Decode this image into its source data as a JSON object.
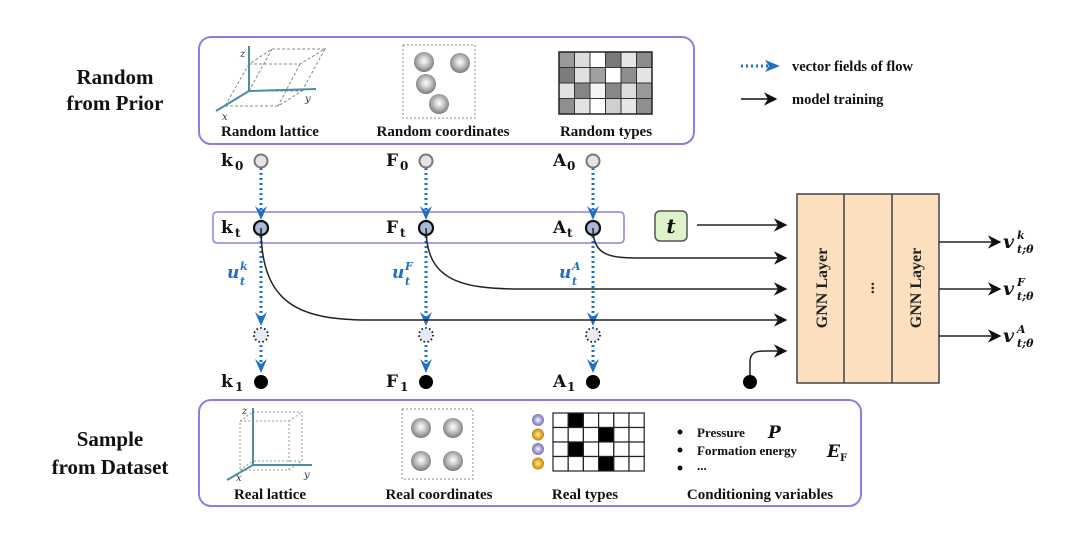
{
  "rows": {
    "top_label_line1": "Random",
    "top_label_line2": "from Prior",
    "bottom_label_line1": "Sample",
    "bottom_label_line2": "from Dataset"
  },
  "prior_panel": {
    "items": [
      {
        "caption": "Random lattice",
        "icon": "skewed-lattice-icon",
        "axes": [
          "x",
          "y",
          "z"
        ]
      },
      {
        "caption": "Random coordinates",
        "icon": "atoms-scatter-icon"
      },
      {
        "caption": "Random types",
        "icon": "gray-grid-icon"
      }
    ],
    "type_grid_shades": [
      [
        "#9a9a9a",
        "#dcdcdc",
        "#ffffff",
        "#7a7a7a",
        "#e6e6e6",
        "#8c8c8c"
      ],
      [
        "#7d7d7d",
        "#e0e0e0",
        "#a0a0a0",
        "#ffffff",
        "#8e8e8e",
        "#e4e4e4"
      ],
      [
        "#e2e2e2",
        "#858585",
        "#f4f4f4",
        "#878787",
        "#dddddd",
        "#9a9a9a"
      ],
      [
        "#8f8f8f",
        "#e2e2e2",
        "#ffffff",
        "#cfcfcf",
        "#e6e6e6",
        "#8f8f8f"
      ]
    ]
  },
  "dataset_panel": {
    "items": [
      {
        "caption": "Real lattice",
        "icon": "cubic-lattice-icon",
        "axes": [
          "x",
          "y",
          "z"
        ]
      },
      {
        "caption": "Real coordinates",
        "icon": "atoms-grid-icon"
      },
      {
        "caption": "Real types",
        "icon": "onehot-grid-icon"
      },
      {
        "caption": "Conditioning variables",
        "icon": "bullet-list-icon"
      }
    ],
    "atom_colors": [
      "#9a90c8",
      "#e8b33a",
      "#9a90c8",
      "#e8b33a"
    ],
    "onehot_filled": [
      [
        0,
        1
      ],
      [
        1,
        3
      ],
      [
        2,
        1
      ],
      [
        3,
        3
      ]
    ],
    "conditioning": [
      {
        "label": "Pressure",
        "symbol": "P",
        "subscript": ""
      },
      {
        "label": "Formation energy",
        "symbol": "E",
        "subscript": "F"
      },
      {
        "label": "...",
        "symbol": "",
        "subscript": ""
      }
    ]
  },
  "legend": {
    "flow_label": "vector fields of flow",
    "training_label": "model training",
    "flow_color": "#1f6fc4"
  },
  "streams": [
    {
      "name": "k",
      "v0": "k",
      "s0": "0",
      "vt": "k",
      "st": "t",
      "v1": "k",
      "s1": "1",
      "u_sup": "k",
      "u_sub": "t"
    },
    {
      "name": "F",
      "v0": "F",
      "s0": "0",
      "vt": "F",
      "st": "t",
      "v1": "F",
      "s1": "1",
      "u_sup": "F",
      "u_sub": "t"
    },
    {
      "name": "A",
      "v0": "A",
      "s0": "0",
      "vt": "A",
      "st": "t",
      "v1": "A",
      "s1": "1",
      "u_sup": "A",
      "u_sub": "t"
    }
  ],
  "u_symbol": "u",
  "time_input": {
    "label": "t",
    "fill": "#dff3c9"
  },
  "network": {
    "layers": [
      "GNN Layer",
      "...",
      "GNN Layer"
    ],
    "fill": "#fbdfbf"
  },
  "outputs": [
    {
      "symbol": "v",
      "sup": "k",
      "sub": "t;θ"
    },
    {
      "symbol": "v",
      "sup": "F",
      "sub": "t;θ"
    },
    {
      "symbol": "v",
      "sup": "A",
      "sub": "t;θ"
    }
  ],
  "colors": {
    "panel_border": "#8b80e0",
    "node_prior": "#e4e4e4",
    "node_t": "#a9b9d6",
    "node_real": "#000000",
    "axis": "#4a8fa0"
  }
}
